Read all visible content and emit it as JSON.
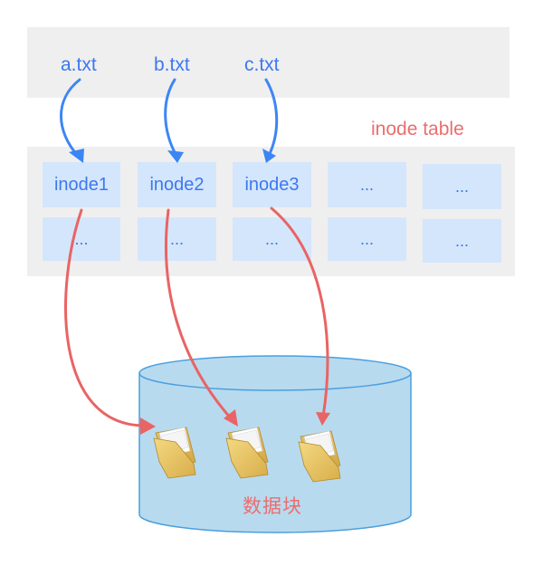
{
  "files": [
    {
      "label": "a.txt"
    },
    {
      "label": "b.txt"
    },
    {
      "label": "c.txt"
    }
  ],
  "inode_table": {
    "title": "inode table",
    "row1": [
      "inode1",
      "inode2",
      "inode3",
      "...",
      "..."
    ],
    "row2": [
      "...",
      "...",
      "...",
      "...",
      "..."
    ]
  },
  "data_blocks": {
    "title": "数据块"
  },
  "colors": {
    "file_arrow": "#3c86f4",
    "block_arrow": "#e96464",
    "cell_fill": "#d4e6fb",
    "band_fill": "#efefef",
    "cylinder_fill": "#b8daef",
    "cylinder_stroke": "#4a9fde"
  },
  "icons": [
    "folder-icon",
    "folder-icon",
    "folder-icon"
  ]
}
